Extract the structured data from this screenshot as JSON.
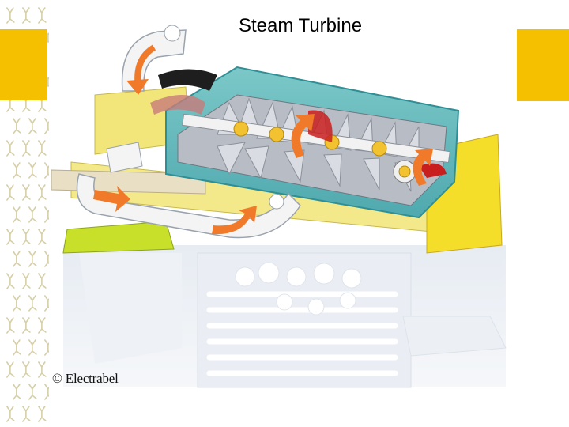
{
  "slide": {
    "title": "Steam Turbine",
    "credit": "© Electrabel"
  },
  "colors": {
    "accent_yellow": "#f5c000",
    "casing_teal": "#5fb7bb",
    "casing_edge": "#2f8f96",
    "frame_yellow": "#f2e67a",
    "steam_arrow": "#f07a2a",
    "rotor_red": "#c81e1e",
    "pattern_tan": "#d6cfa7"
  },
  "icons": [
    "curved-arrow-icon",
    "steam-pipe",
    "turbine-rotor"
  ]
}
